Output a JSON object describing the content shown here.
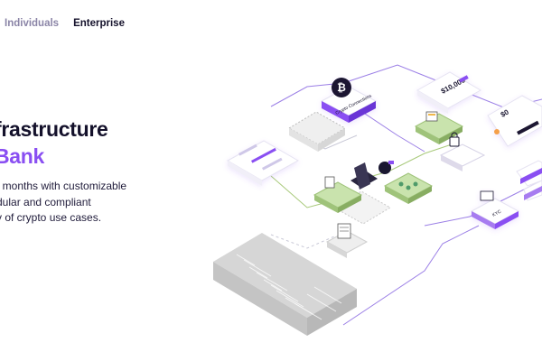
{
  "nav": {
    "items": [
      {
        "label": "Individuals",
        "active": false
      },
      {
        "label": "Enterprise",
        "active": true
      }
    ]
  },
  "hero": {
    "title_line1": "frastructure",
    "title_line2": "Bank",
    "description_lines": [
      "t months with customizable",
      "dular and compliant",
      "y of crypto use cases."
    ]
  },
  "diagram": {
    "crypto_node_label": "Crypto Connections",
    "amount_label": "$10,000",
    "amount_small": "$0",
    "kyc_label": "KYC",
    "colors": {
      "accent": "#8a4ff2",
      "node_green": "#b9d99a",
      "node_purple": "#a77cf0",
      "line_purple": "#9b7fe6",
      "line_green": "#a8c97a",
      "code_panel": "#d9d9d9"
    }
  }
}
